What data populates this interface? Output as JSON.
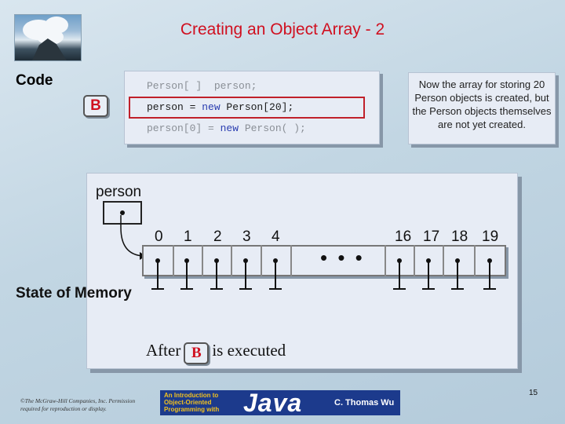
{
  "slide": {
    "title": "Creating an Object Array - 2",
    "page_number": "15"
  },
  "code_section": {
    "label": "Code",
    "badge": "B",
    "lines": [
      {
        "text": "Person[ ]  person;"
      },
      {
        "pre": "person = ",
        "kw": "new",
        "post": " Person[20];"
      },
      {
        "pre": "person[0] = ",
        "kw": "new",
        "post": " Person( );"
      }
    ]
  },
  "note": {
    "text": "Now the array for storing 20 Person objects is created, but the Person objects themselves are not yet created."
  },
  "memory": {
    "label": "State of Memory",
    "variable_label": "person",
    "indices_left": [
      "0",
      "1",
      "2",
      "3",
      "4"
    ],
    "indices_right": [
      "16",
      "17",
      "18",
      "19"
    ],
    "ellipsis": "• • •",
    "caption_before": "After",
    "caption_badge": "B",
    "caption_after": "is executed"
  },
  "footer": {
    "copyright": "©The McGraw-Hill Companies, Inc. Permission required for reproduction or display.",
    "banner_small": "An Introduction to Object-Oriented Programming with",
    "banner_java": "Java",
    "banner_author": "C. Thomas Wu"
  },
  "colors": {
    "title": "#d01020",
    "keyword": "#2a3db0",
    "highlight": "#c0202a"
  }
}
